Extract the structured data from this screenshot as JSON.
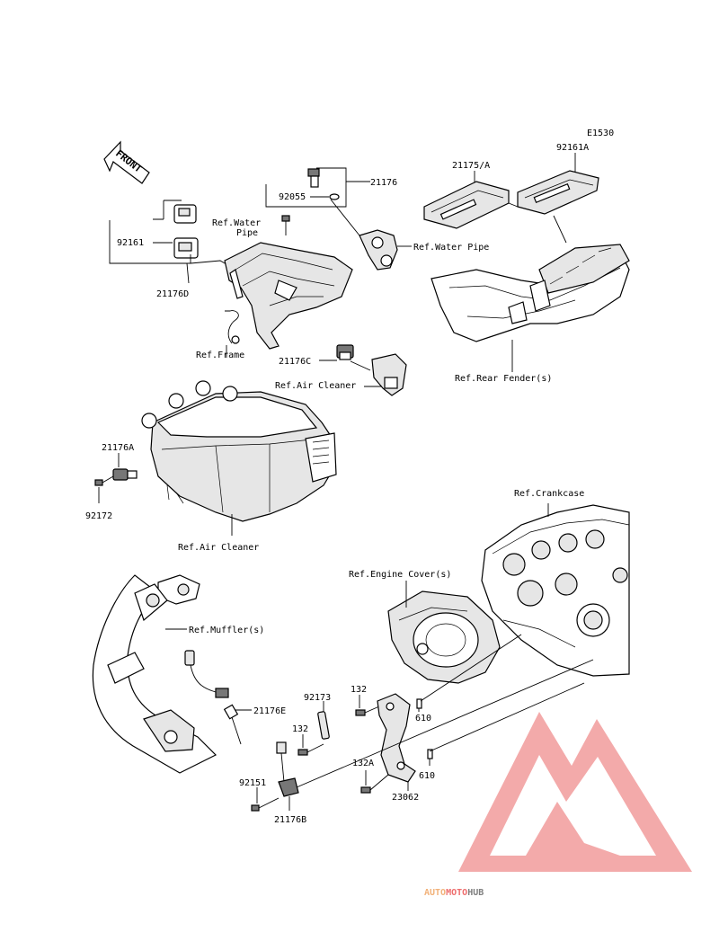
{
  "diagram_code": "E1530",
  "front_arrow_label": "FRONT",
  "parts": {
    "p21175A": "21175/A",
    "p92161A": "92161A",
    "p21176": "21176",
    "p92055": "92055",
    "p92161": "92161",
    "p21176D": "21176D",
    "p21176C": "21176C",
    "p21176A": "21176A",
    "p92172": "92172",
    "p21176E": "21176E",
    "p92173": "92173",
    "p132_top": "132",
    "p610_top": "610",
    "p132_mid": "132",
    "p132A": "132A",
    "p610_bot": "610",
    "p23062": "23062",
    "p92151": "92151",
    "p21176B": "21176B"
  },
  "refs": {
    "water_pipe_l1": "Ref.Water",
    "water_pipe_l2": "Pipe",
    "water_pipe_right": "Ref.Water Pipe",
    "frame": "Ref.Frame",
    "air_cleaner_top": "Ref.Air Cleaner",
    "rear_fender": "Ref.Rear Fender(s)",
    "air_cleaner_bottom": "Ref.Air Cleaner",
    "crankcase": "Ref.Crankcase",
    "engine_cover": "Ref.Engine Cover(s)",
    "muffler": "Ref.Muffler(s)"
  },
  "watermark": {
    "part1": "AUTO",
    "part2": "MOTO",
    "part3": "HUB",
    "color_light": "#f2b27a",
    "color_red": "#ee6d6d",
    "color_gray": "#7f7f7f"
  }
}
